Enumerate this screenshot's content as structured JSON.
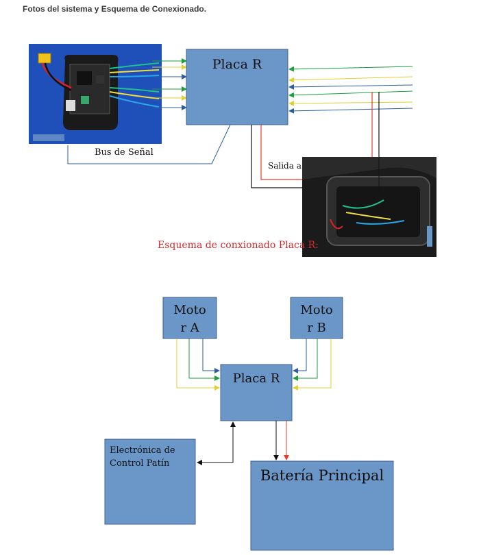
{
  "heading": "Fotos del sistema y Esquema de Conexionado.",
  "top_diagram": {
    "board_label": "Placa R",
    "signal_bus_label": "Bus de Señal",
    "battery_output_label": "Salida a Batería",
    "caption": "Esquema de conxionado Placa R:"
  },
  "bottom_diagram": {
    "motor_a": {
      "line1": "Moto",
      "line2": "r A"
    },
    "motor_b": {
      "line1": "Moto",
      "line2": "r B"
    },
    "board_label": "Placa R",
    "electronics": {
      "line1": "Electrónica de",
      "line2": "Control Patín"
    },
    "battery_label": "Batería Principal"
  },
  "colors": {
    "box_fill": "#6b96c8",
    "wire_blue": "#2e5d9e",
    "wire_green": "#1f9e3a",
    "wire_yellow": "#f0e040",
    "wire_red": "#e53b2c",
    "wire_black": "#111111",
    "caption_red": "#d12a2a"
  }
}
